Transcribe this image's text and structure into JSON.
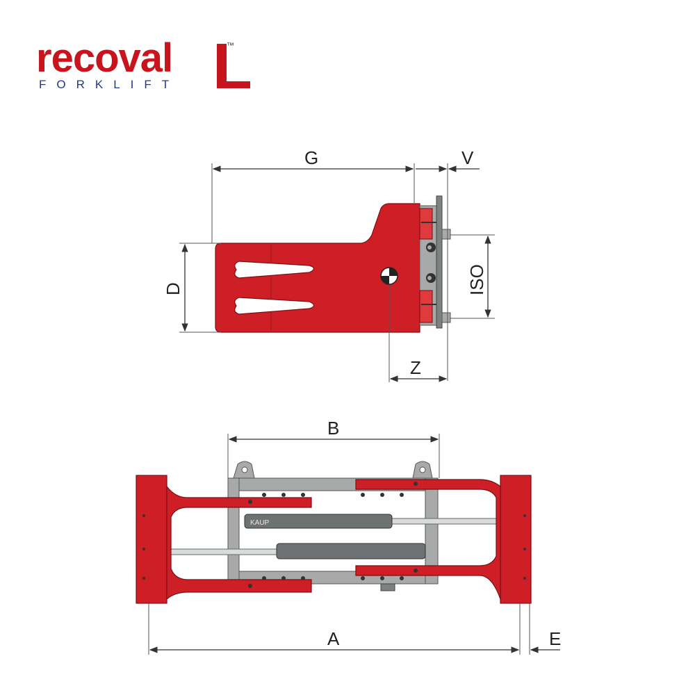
{
  "brand": {
    "name": "recoval",
    "tagline": "FORKLIFT",
    "trademark": "™",
    "color": "#c8141c",
    "tagline_color": "#1f3a8a"
  },
  "side_view": {
    "labels": {
      "g": "G",
      "v": "V",
      "d": "D",
      "iso": "ISO",
      "z": "Z"
    }
  },
  "top_view": {
    "labels": {
      "b": "B",
      "a": "A",
      "e": "E"
    },
    "cylinder_label": "KAUP"
  },
  "colors": {
    "arm_red": "#cf1f26",
    "frame_grey": "#a7aaa9",
    "dimension_line": "#333333"
  }
}
